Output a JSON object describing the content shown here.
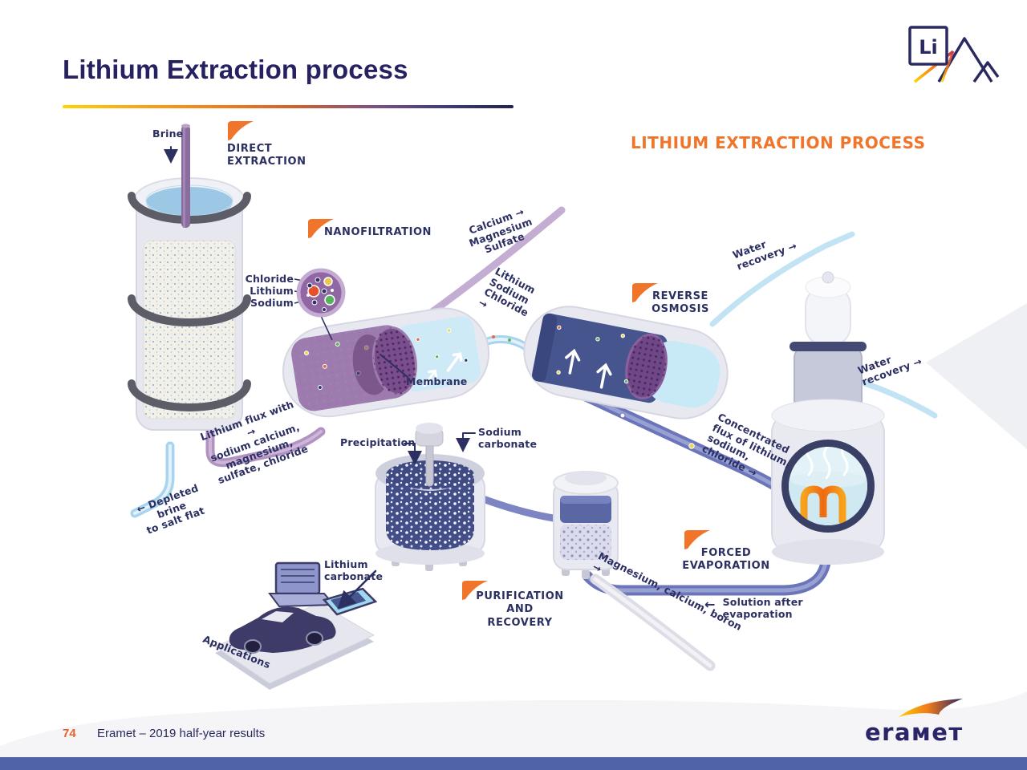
{
  "slide": {
    "title": "Lithium Extraction process",
    "li_logo_symbol": "Li",
    "footer": {
      "page_number": "74",
      "text": "Eramet – 2019 half-year results",
      "brand_wordmark": "eraмeт"
    }
  },
  "diagram": {
    "heading": "LITHIUM EXTRACTION PROCESS",
    "labels": {
      "brine": "Brine",
      "direct_extraction": "DIRECT\nEXTRACTION",
      "nanofiltration": "NANOFILTRATION",
      "chloride": "Chloride",
      "lithium": "Lithium",
      "sodium": "Sodium",
      "calcium_magnesium_sulfate": "Calcium →\nMagnesium\nSulfate",
      "lithium_sodium_chloride": "Lithium\nSodium\nChloride\n→",
      "reverse_osmosis": "REVERSE\nOSMOSIS",
      "water_recovery_top": "Water\nrecovery →",
      "water_recovery_side": "Water\nrecovery →",
      "membrane": "Membrane",
      "lithium_flux": "Lithium flux with →\nsodium calcium,\nmagnesium,\nsulfate, chloride",
      "depleted_brine": "← Depleted\nbrine\nto salt flat",
      "precipitation": "Precipitation",
      "sodium_carbonate": "Sodium\ncarbonate",
      "concentrated_flux": "Concentrated\nflux of lithium,\nsodium,\nchloride →",
      "forced_evaporation": "FORCED\nEVAPORATION",
      "lithium_carbonate": "Lithium\ncarbonate",
      "purification_recovery": "PURIFICATION\nAND RECOVERY",
      "magnesium_calcium_boron": "Magnesium, calcium, boron →",
      "solution_after_evaporation": "Solution after\nevaporation",
      "applications": "Applications"
    },
    "icons": {
      "stage_flag": "orange-pennant",
      "solution_arrow": "←",
      "brine_arrow": "↓"
    },
    "colors": {
      "accent_orange": "#f0752b",
      "title_navy": "#262262",
      "label_navy": "#2b2f62",
      "bottom_bar_blue": "#5062a8",
      "pipe_purple": "#b193c1",
      "pipe_light_blue": "#a8d4ee",
      "pipe_periwinkle": "#6b75b9",
      "equipment_gray": "#e9eaf1",
      "mesh_purple": "#7a4d8c",
      "water_blue": "#9cc8e6",
      "coil_orange": "#ef6a12"
    }
  }
}
